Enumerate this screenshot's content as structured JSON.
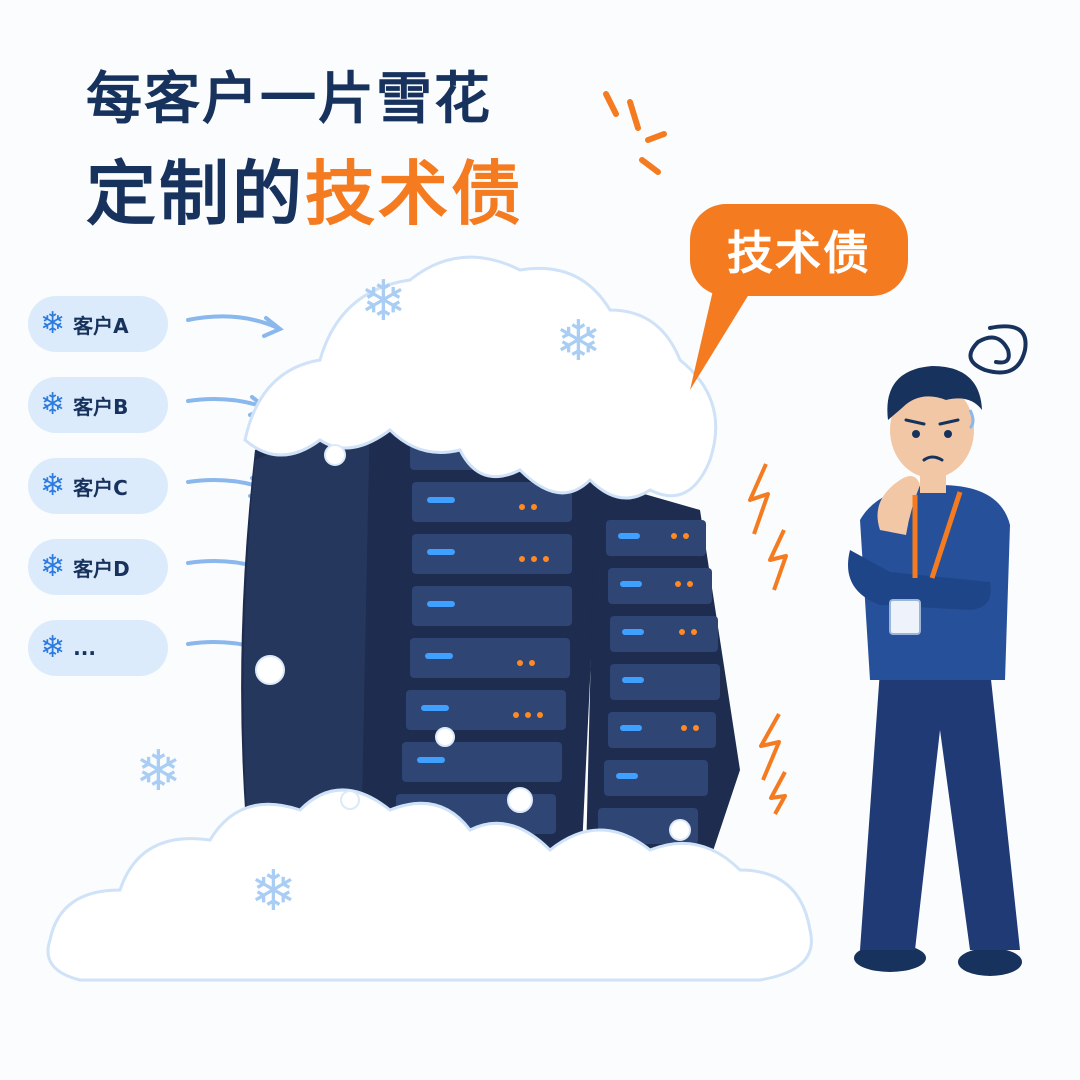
{
  "title": {
    "line1": "每客户一片雪花",
    "line2_prefix": "定制的",
    "line2_highlight": "技术债"
  },
  "customers": [
    {
      "label": "客户A"
    },
    {
      "label": "客户B"
    },
    {
      "label": "客户C"
    },
    {
      "label": "客户D"
    },
    {
      "label": "..."
    }
  ],
  "callout": {
    "label": "技术债"
  },
  "colors": {
    "navy": "#17325c",
    "accent_orange": "#f47b20",
    "pill_blue": "#dcebfb",
    "snowflake_blue": "#2b7be0",
    "server_dark": "#1d2c4f"
  },
  "icons": {
    "snowflake": "snowflake-icon",
    "confusion": "scribble-icon",
    "alert": "lightning-bolt-icon"
  }
}
